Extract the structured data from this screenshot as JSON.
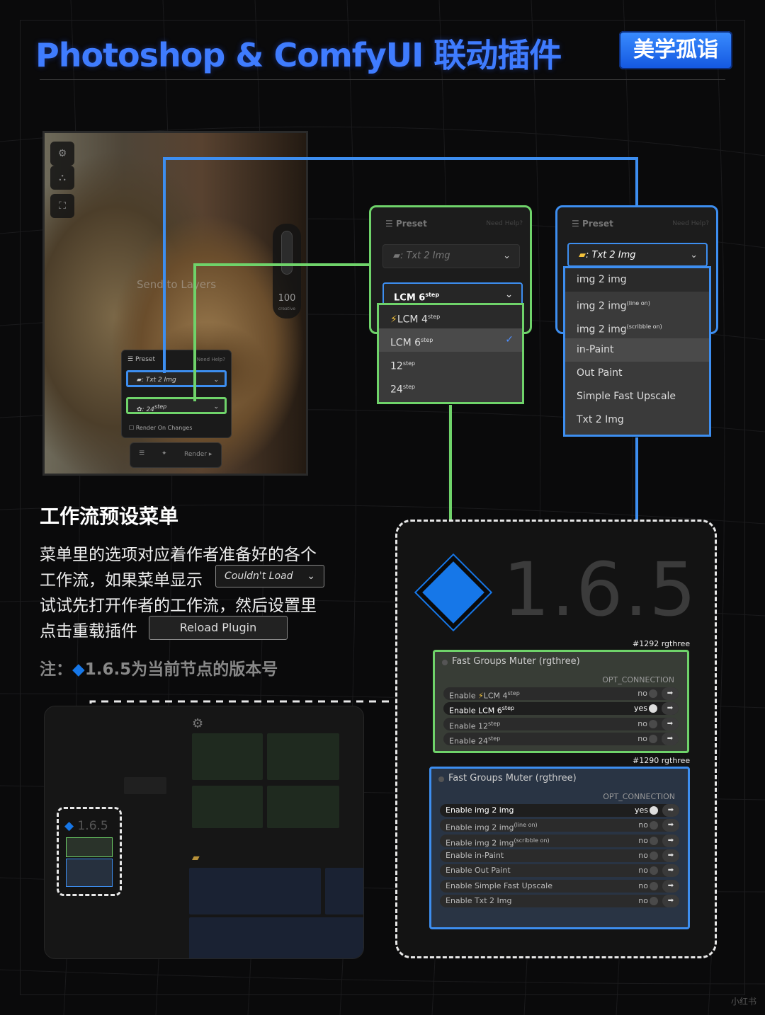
{
  "header": {
    "title": "Photoshop & ComfyUI 联动插件",
    "badge": "美学孤诣"
  },
  "photo_panel": {
    "overlay_text": "Send to Layers",
    "slider_value": "100",
    "slider_label": "creative",
    "mini_panel": {
      "title": "Preset",
      "help": "Need Help?",
      "preset_value": ": Txt 2 Img",
      "steps_value": ": 24",
      "steps_sup": "step",
      "render_on_changes": "Render On Changes",
      "render_button": "Render"
    }
  },
  "preset_green": {
    "title": "Preset",
    "help": "Need Help?",
    "preset_value": ": Txt 2 Img",
    "selected": "LCM 6",
    "options": [
      {
        "label": "LCM 4",
        "sup": "step"
      },
      {
        "label": "LCM 6",
        "sup": "step"
      },
      {
        "label": "12",
        "sup": "step"
      },
      {
        "label": "24",
        "sup": "step"
      }
    ]
  },
  "preset_blue": {
    "title": "Preset",
    "help": "Need Help?",
    "preset_value": ": Txt 2 Img",
    "options": [
      {
        "label": "img 2 img",
        "sup": ""
      },
      {
        "label": "img 2 img",
        "sup": "(line on)"
      },
      {
        "label": "img 2 img",
        "sup": "(scribble on)"
      },
      {
        "label": "in-Paint",
        "sup": ""
      },
      {
        "label": "Out Paint",
        "sup": ""
      },
      {
        "label": "Simple Fast Upscale",
        "sup": ""
      },
      {
        "label": "Txt 2 Img",
        "sup": ""
      }
    ]
  },
  "explain": {
    "heading": "工作流预设菜单",
    "line1": "菜单里的选项对应着作者准备好的各个",
    "line2": "工作流，如果菜单显示",
    "couldnt_load": "Couldn't Load",
    "line3": "试试先打开作者的工作流，然后设置里",
    "line4": "点击重载插件",
    "reload_plugin": "Reload Plugin",
    "note": "注：",
    "note_rest": "1.6.5为当前节点的版本号"
  },
  "thumb": {
    "version": "1.6.5"
  },
  "nodes": {
    "version": "1.6.5",
    "green": {
      "tag": "#1292 rgthree",
      "title": "Fast Groups Muter (rgthree)",
      "opt": "OPT_CONNECTION",
      "rows": [
        {
          "label": "Enable ",
          "bolt": "⚡",
          "name": "LCM 4",
          "sup": "step",
          "value": "no"
        },
        {
          "label": "Enable LCM 6",
          "bolt": "",
          "name": "",
          "sup": "step",
          "value": "yes"
        },
        {
          "label": "Enable 12",
          "bolt": "",
          "name": "",
          "sup": "step",
          "value": "no"
        },
        {
          "label": "Enable 24",
          "bolt": "",
          "name": "",
          "sup": "step",
          "value": "no"
        }
      ]
    },
    "blue": {
      "tag": "#1290 rgthree",
      "title": "Fast Groups Muter (rgthree)",
      "opt": "OPT_CONNECTION",
      "rows": [
        {
          "label": "Enable img 2 img",
          "sup": "",
          "value": "yes"
        },
        {
          "label": "Enable img 2 img",
          "sup": "(line on)",
          "value": "no"
        },
        {
          "label": "Enable img 2 img",
          "sup": "(scribble on)",
          "value": "no"
        },
        {
          "label": "Enable in-Paint",
          "sup": "",
          "value": "no"
        },
        {
          "label": "Enable Out Paint",
          "sup": "",
          "value": "no"
        },
        {
          "label": "Enable Simple Fast Upscale",
          "sup": "",
          "value": "no"
        },
        {
          "label": "Enable Txt 2 Img",
          "sup": "",
          "value": "no"
        }
      ]
    }
  },
  "watermark": "小红书",
  "colors": {
    "green": "#6fd36a",
    "blue": "#3d8ef0",
    "title_blue": "#3f7cff",
    "diamond": "#1677e8"
  }
}
